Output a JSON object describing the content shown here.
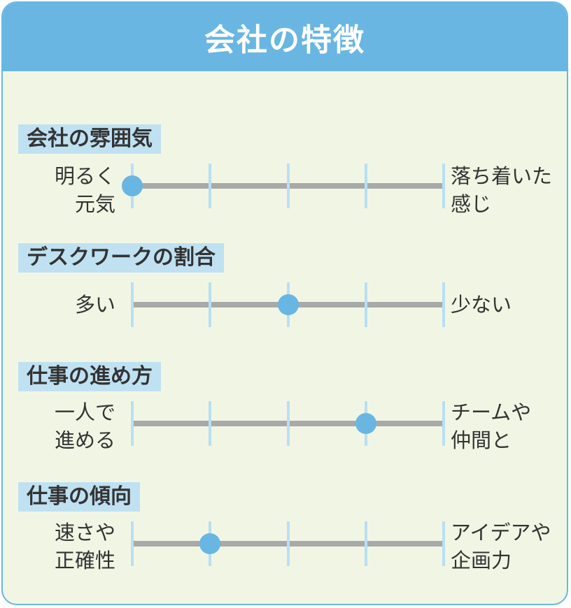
{
  "title": "会社の特徴",
  "scale_steps": 5,
  "colors": {
    "accent": "#69b6e3",
    "label_bg": "#bfe1f2",
    "panel_bg": "#f1f6e4",
    "track": "#a9a9a9",
    "tick": "#b9dff2",
    "text": "#333333"
  },
  "rows": [
    {
      "label": "会社の雰囲気",
      "left": "明るく\n元気",
      "right": "落ち着いた\n感じ",
      "position": 1
    },
    {
      "label": "デスクワークの割合",
      "left": "多い",
      "right": "少ない",
      "position": 3
    },
    {
      "label": "仕事の進め方",
      "left": "一人で\n進める",
      "right": "チームや\n仲間と",
      "position": 4
    },
    {
      "label": "仕事の傾向",
      "left": "速さや\n正確性",
      "right": "アイデアや\n企画力",
      "position": 2
    }
  ]
}
